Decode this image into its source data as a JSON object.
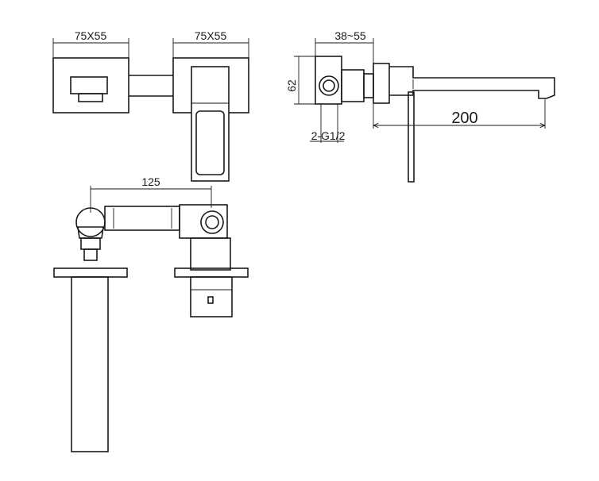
{
  "dimensions": {
    "front_left_plate": "75X55",
    "front_right_plate": "75X55",
    "side_depth": "38~55",
    "side_height": "62",
    "spout_length": "200",
    "thread": "2-G1/2",
    "centers": "125"
  }
}
